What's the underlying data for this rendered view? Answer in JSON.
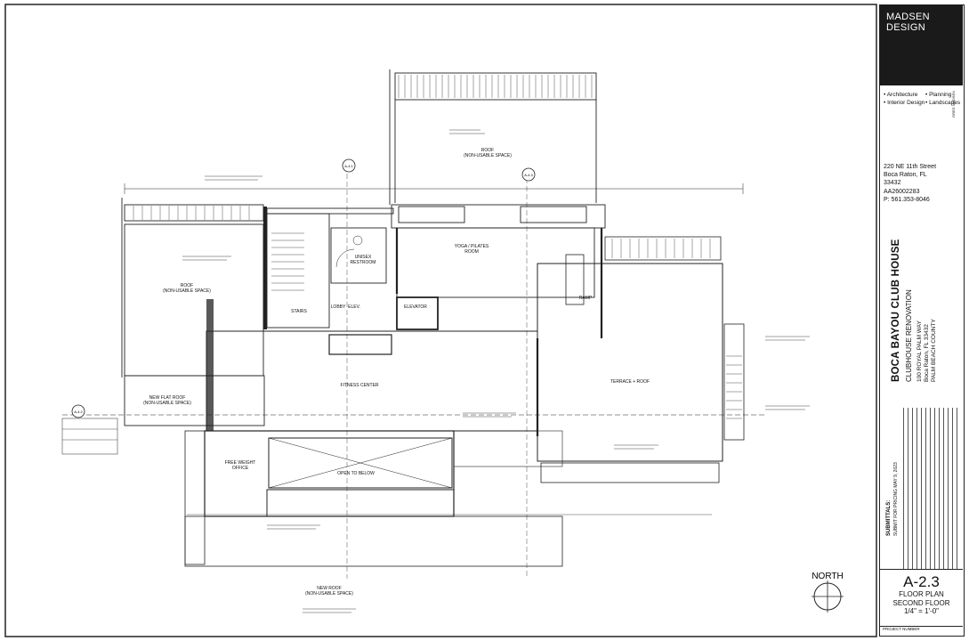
{
  "firm": {
    "name_line1": "MADSEN",
    "name_line2": "DESIGN",
    "services": [
      "• Architecture",
      "• Planning",
      "• Interior Design",
      "• Landscapes"
    ],
    "address": [
      "220 NE 11th Street",
      "Boca Raton, FL",
      "33432",
      "AA26002283",
      "P: 561.353-8046"
    ],
    "architect": "GREG MADSEN"
  },
  "project": {
    "title": "BOCA BAYOU CLUB HOUSE",
    "subtitle": "CLUBHOUSE RENOVATION",
    "address_line1": "100 ROYAL PALM WAY",
    "address_line2": "Boca Raton, FL 33432",
    "address_line3": "PALM BEACH COUNTY"
  },
  "submittals": {
    "label": "SUBMITTALS:",
    "entry": "SUBMIT FOR PRICING MAY 9, 2023"
  },
  "sheet": {
    "number": "A-2.3",
    "title_line1": "FLOOR PLAN",
    "title_line2": "SECOND FLOOR",
    "scale": "1/4\" = 1'-0\"",
    "project_number_label": "PROJECT NUMBER"
  },
  "north_label": "NORTH",
  "rooms": {
    "roof_top": "ROOF",
    "roof_top_sub": "(NON-USABLE SPACE)",
    "roof_left": "ROOF",
    "roof_left_sub": "(NON-USABLE SPACE)",
    "new_flat_roof": "NEW FLAT ROOF",
    "new_flat_roof_sub": "(NON-USABLE SPACE)",
    "yoga": "YOGA / PILATES",
    "yoga_sub": "ROOM",
    "unisex": "UNISEX",
    "unisex_sub": "RESTROOM",
    "lobby": "LOBBY",
    "elev": "ELEV.",
    "elevator": "ELEVATOR",
    "stairs": "STAIRS",
    "ramp": "RAMP",
    "fitness": "FITNESS CENTER",
    "terrace": "TERRACE + ROOF",
    "free_weight": "FREE WEIGHT",
    "free_weight_sub": "OFFICE",
    "open_below": "OPEN TO BELOW",
    "new_roof": "NEW ROOF",
    "new_roof_sub": "(NON-USABLE SPACE)"
  },
  "section_markers": [
    "A-4.1",
    "A-4.3",
    "A-4.2"
  ]
}
